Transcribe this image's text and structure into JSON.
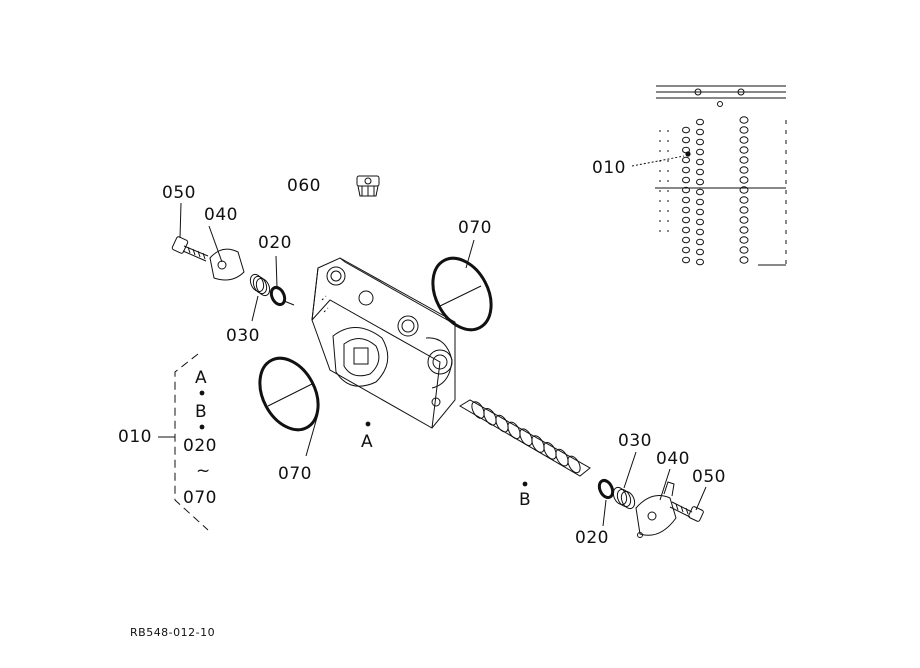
{
  "labels": {
    "p050_left": "050",
    "p040_left": "040",
    "p020_left": "020",
    "p030_left": "030",
    "p060": "060",
    "p070_top": "070",
    "p070_bottom": "070",
    "p010_left": "010",
    "p010_right": "010",
    "p030_right": "030",
    "p040_right": "040",
    "p050_right": "050",
    "p020_right": "020",
    "point_a_body": "A",
    "point_b_spool": "B"
  },
  "bracket_list": [
    "A",
    "B",
    "020",
    "~",
    "070"
  ],
  "reference_code": "RB548-012-10"
}
